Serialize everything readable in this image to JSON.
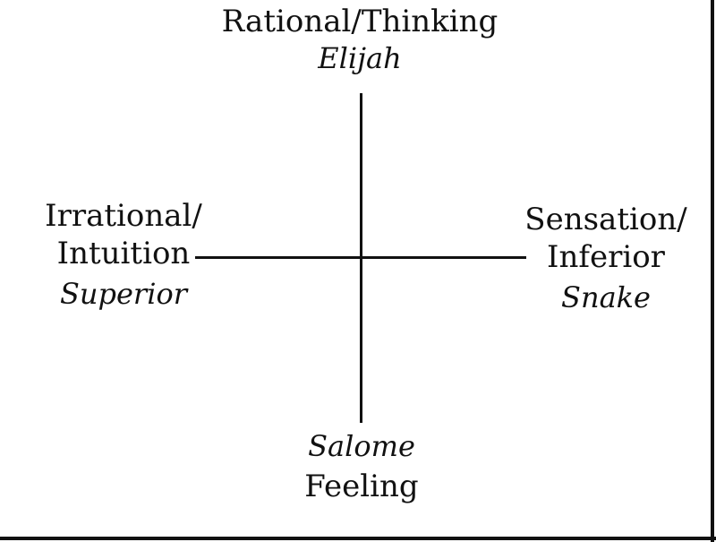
{
  "diagram": {
    "top": {
      "main": "Rational/Thinking",
      "sub": "Elijah"
    },
    "left": {
      "line1": "Irrational/",
      "line2": "Intuition",
      "sub": "Superior"
    },
    "right": {
      "line1": "Sensation/",
      "line2": "Inferior",
      "sub": "Snake"
    },
    "bottom": {
      "sub": "Salome",
      "main": "Feeling"
    }
  }
}
